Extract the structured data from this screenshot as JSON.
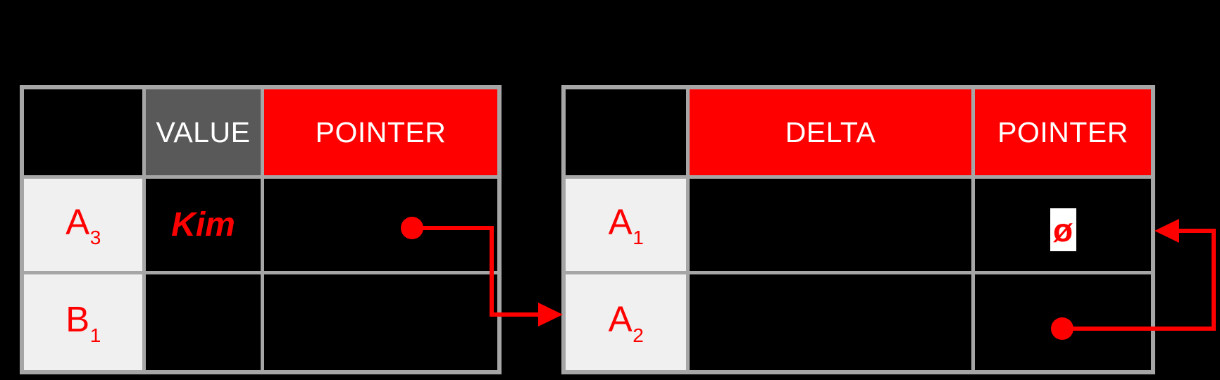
{
  "colors": {
    "red": "#FF0000",
    "gray_header": "#595959",
    "light_cell": "#F0F0F0",
    "border": "#A6A6A6",
    "background": "#000000",
    "white": "#FFFFFF"
  },
  "left_table": {
    "header": {
      "col1": "",
      "col2": "VALUE",
      "col3": "POINTER"
    },
    "rows": [
      {
        "label_base": "A",
        "label_sub": "3",
        "value": "Kim",
        "pointer": "dot"
      },
      {
        "label_base": "B",
        "label_sub": "1",
        "value": "",
        "pointer": ""
      }
    ]
  },
  "right_table": {
    "header": {
      "col1": "",
      "col2": "DELTA",
      "col3": "POINTER"
    },
    "rows": [
      {
        "label_base": "A",
        "label_sub": "1",
        "delta": "",
        "pointer": "ø"
      },
      {
        "label_base": "A",
        "label_sub": "2",
        "delta": "",
        "pointer": "dot"
      }
    ]
  },
  "connectors": [
    {
      "from": "left_table.A3.pointer",
      "to": "right_table.A2.row"
    },
    {
      "from": "right_table.A2.pointer",
      "to": "right_table.A1.pointer"
    }
  ]
}
